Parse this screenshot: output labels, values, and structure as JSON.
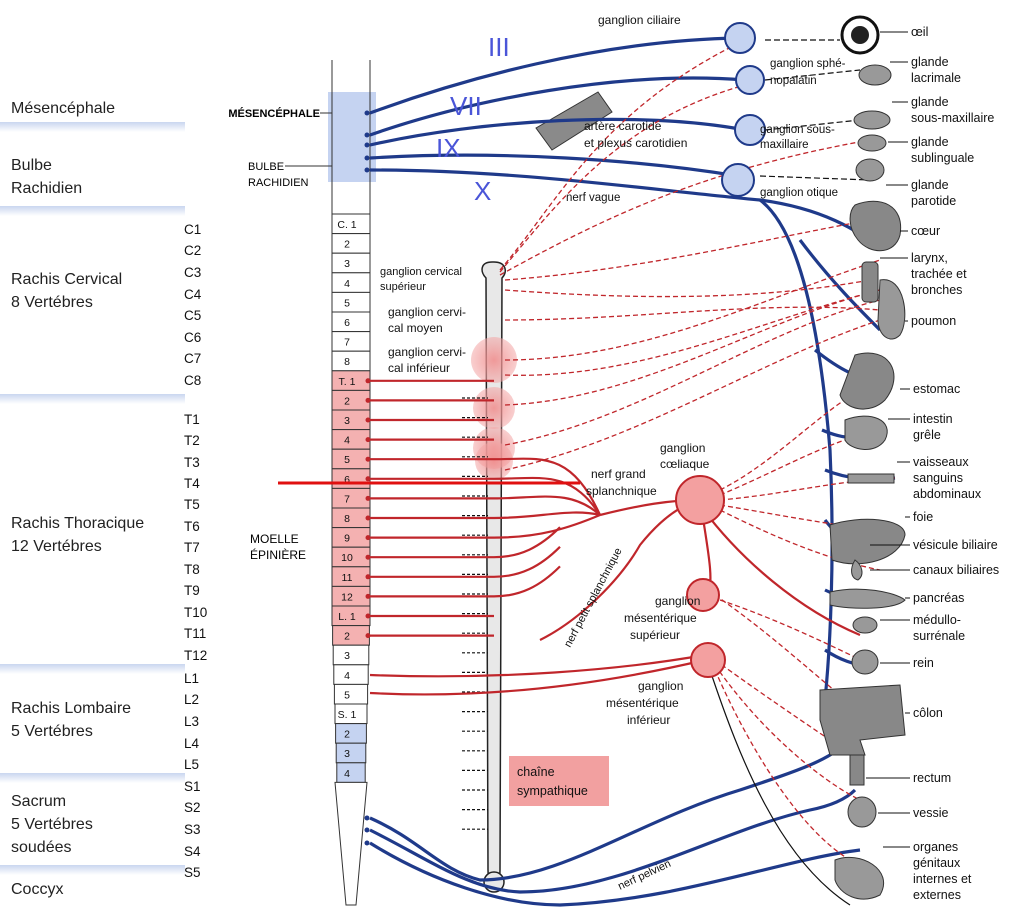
{
  "left_labels": {
    "regions": [
      {
        "id": "mesencephale",
        "text": "Mésencéphale"
      },
      {
        "id": "bulbe",
        "text": "Bulbe\nRachidien"
      },
      {
        "id": "cervical",
        "text": "Rachis Cervical\n8 Vertébres"
      },
      {
        "id": "thoracique",
        "text": "Rachis Thoracique\n12 Vertébres"
      },
      {
        "id": "lombaire",
        "text": "Rachis Lombaire\n5 Vertébres"
      },
      {
        "id": "sacrum",
        "text": "Sacrum\n5 Vertébres\nsoudées"
      },
      {
        "id": "coccyx",
        "text": "Coccyx"
      }
    ],
    "vertebrae": [
      "C1",
      "C2",
      "C3",
      "C4",
      "C5",
      "C6",
      "C7",
      "C8",
      "T1",
      "T2",
      "T3",
      "T4",
      "T5",
      "T6",
      "T7",
      "T8",
      "T9",
      "T10",
      "T11",
      "T12",
      "L1",
      "L2",
      "L3",
      "L4",
      "L5",
      "S1",
      "S2",
      "S3",
      "S4",
      "S5"
    ]
  },
  "spine": {
    "label_mesencephale": "MÉSENCÉPHALE",
    "label_bulbe_1": "BULBE",
    "label_bulbe_2": "RACHIDIEN",
    "label_moelle_1": "MOELLE",
    "label_moelle_2": "ÉPINIÈRE",
    "segments": [
      "C. 1",
      "2",
      "3",
      "4",
      "5",
      "6",
      "7",
      "8",
      "T. 1",
      "2",
      "3",
      "4",
      "5",
      "6",
      "7",
      "8",
      "9",
      "10",
      "11",
      "12",
      "L. 1",
      "2",
      "3",
      "4",
      "5",
      "S. 1",
      "2",
      "3",
      "4"
    ]
  },
  "cranial_nerves": [
    "III",
    "VII",
    "IX",
    "X"
  ],
  "ganglia": {
    "ciliaire": "ganglion ciliaire",
    "spheno_1": "ganglion sphé-",
    "spheno_2": "nopalatin",
    "sous_max_1": "ganglion sous-",
    "sous_max_2": "maxillaire",
    "otique": "ganglion otique",
    "carotide_1": "artère carotide",
    "carotide_2": "et plexus carotidien",
    "nerf_vague": "nerf vague",
    "cerv_sup_1": "ganglion cervical",
    "cerv_sup_2": "supérieur",
    "cerv_moy_1": "ganglion cervi-",
    "cerv_moy_2": "cal moyen",
    "cerv_inf_1": "ganglion cervi-",
    "cerv_inf_2": "cal inférieur",
    "grand_splanch_1": "nerf grand",
    "grand_splanch_2": "splanchnique",
    "petit_splanch": "nerf petit splanchnique",
    "coeliaque_1": "ganglion",
    "coeliaque_2": "cœliaque",
    "mes_sup_1": "ganglion",
    "mes_sup_2": "mésentérique",
    "mes_sup_3": "supérieur",
    "mes_inf_1": "ganglion",
    "mes_inf_2": "mésentérique",
    "mes_inf_3": "inférieur",
    "chaine_1": "chaîne",
    "chaine_2": "sympathique",
    "nerf_pelvien": "nerf pelvien"
  },
  "organs": [
    {
      "lines": [
        "œil"
      ]
    },
    {
      "lines": [
        "glande",
        "lacrimale"
      ]
    },
    {
      "lines": [
        "glande",
        "sous-maxillaire"
      ]
    },
    {
      "lines": [
        "glande",
        "sublinguale"
      ]
    },
    {
      "lines": [
        "glande",
        "parotide"
      ]
    },
    {
      "lines": [
        "cœur"
      ]
    },
    {
      "lines": [
        "larynx,",
        "trachée et",
        "bronches"
      ]
    },
    {
      "lines": [
        "poumon"
      ]
    },
    {
      "lines": [
        "estomac"
      ]
    },
    {
      "lines": [
        "intestin",
        "grêle"
      ]
    },
    {
      "lines": [
        "vaisseaux",
        "sanguins",
        "abdominaux"
      ]
    },
    {
      "lines": [
        "foie"
      ]
    },
    {
      "lines": [
        "vésicule biliaire"
      ]
    },
    {
      "lines": [
        "canaux biliaires"
      ]
    },
    {
      "lines": [
        "pancréas"
      ]
    },
    {
      "lines": [
        "médullo-",
        "surrénale"
      ]
    },
    {
      "lines": [
        "rein"
      ]
    },
    {
      "lines": [
        "côlon"
      ]
    },
    {
      "lines": [
        "rectum"
      ]
    },
    {
      "lines": [
        "vessie"
      ]
    },
    {
      "lines": [
        "organes",
        "génitaux",
        "internes et",
        "externes"
      ]
    }
  ],
  "colors": {
    "parasympathetic": "#1f3a8a",
    "sympathetic": "#c0262b",
    "highlight_red": "#f2a0a0",
    "highlight_blue": "#c5d3f1",
    "roman": "#4a55d8",
    "cut_line": "#e01010"
  }
}
